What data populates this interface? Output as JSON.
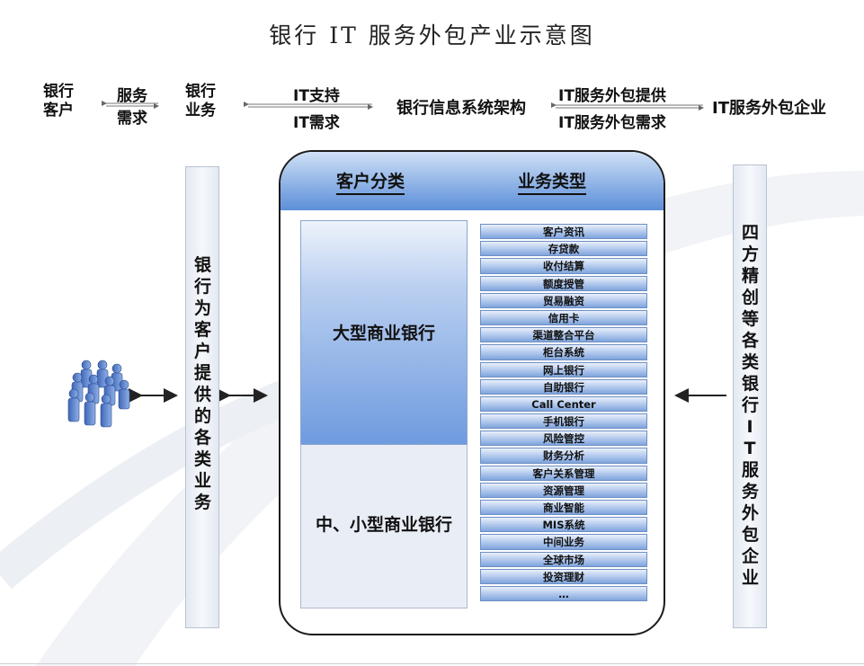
{
  "title": "银行 IT 服务外包产业示意图",
  "top_flow": {
    "bank_customer": [
      "银行",
      "客户"
    ],
    "service": "服务",
    "demand": "需求",
    "bank_business": [
      "银行",
      "业务"
    ],
    "it_support": "IT支持",
    "it_demand": "IT需求",
    "bank_info_arch": "银行信息系统架构",
    "it_outsourcing_supply": "IT服务外包提供",
    "it_outsourcing_demand": "IT服务外包需求",
    "it_outsourcing_company": "IT服务外包企业"
  },
  "left_bar_text": "银行为客户提供的各类业务",
  "right_bar_text": "四方精创等各类银行IT服务外包企业",
  "main": {
    "header_customer": "客户分类",
    "header_business": "业务类型",
    "large_banks": "大型商业银行",
    "small_banks": "中、小型商业银行",
    "business_types": [
      "客户资讯",
      "存贷款",
      "收付结算",
      "额度授管",
      "贸易融资",
      "信用卡",
      "渠道整合平台",
      "柜台系统",
      "网上银行",
      "自助银行",
      "Call Center",
      "手机银行",
      "风险管控",
      "财务分析",
      "客户关系管理",
      "资源管理",
      "商业智能",
      "MIS系统",
      "中间业务",
      "全球市场",
      "投资理财",
      "…"
    ]
  },
  "colors": {
    "header_blue": "#7ea7e2",
    "item_blue": "#a9c3ea",
    "sidebar_gray": "#e3e9f2"
  },
  "icons": {
    "people": "people-group-icon"
  }
}
